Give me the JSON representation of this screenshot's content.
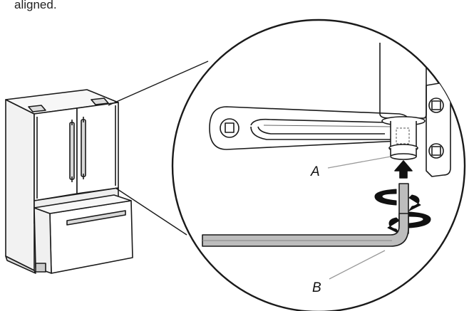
{
  "caption_fragment": "aligned.",
  "callouts": {
    "a": "A",
    "b": "B"
  },
  "icons": [
    "refrigerator-illustration",
    "hinge-closeup",
    "hex-key-wrench",
    "rotation-arrow-icon",
    "up-arrow-icon"
  ],
  "colors": {
    "line": "#1a1a1a",
    "gray_fill": "#b5b5b5",
    "leader": "#9a9a9a",
    "background": "#ffffff"
  }
}
